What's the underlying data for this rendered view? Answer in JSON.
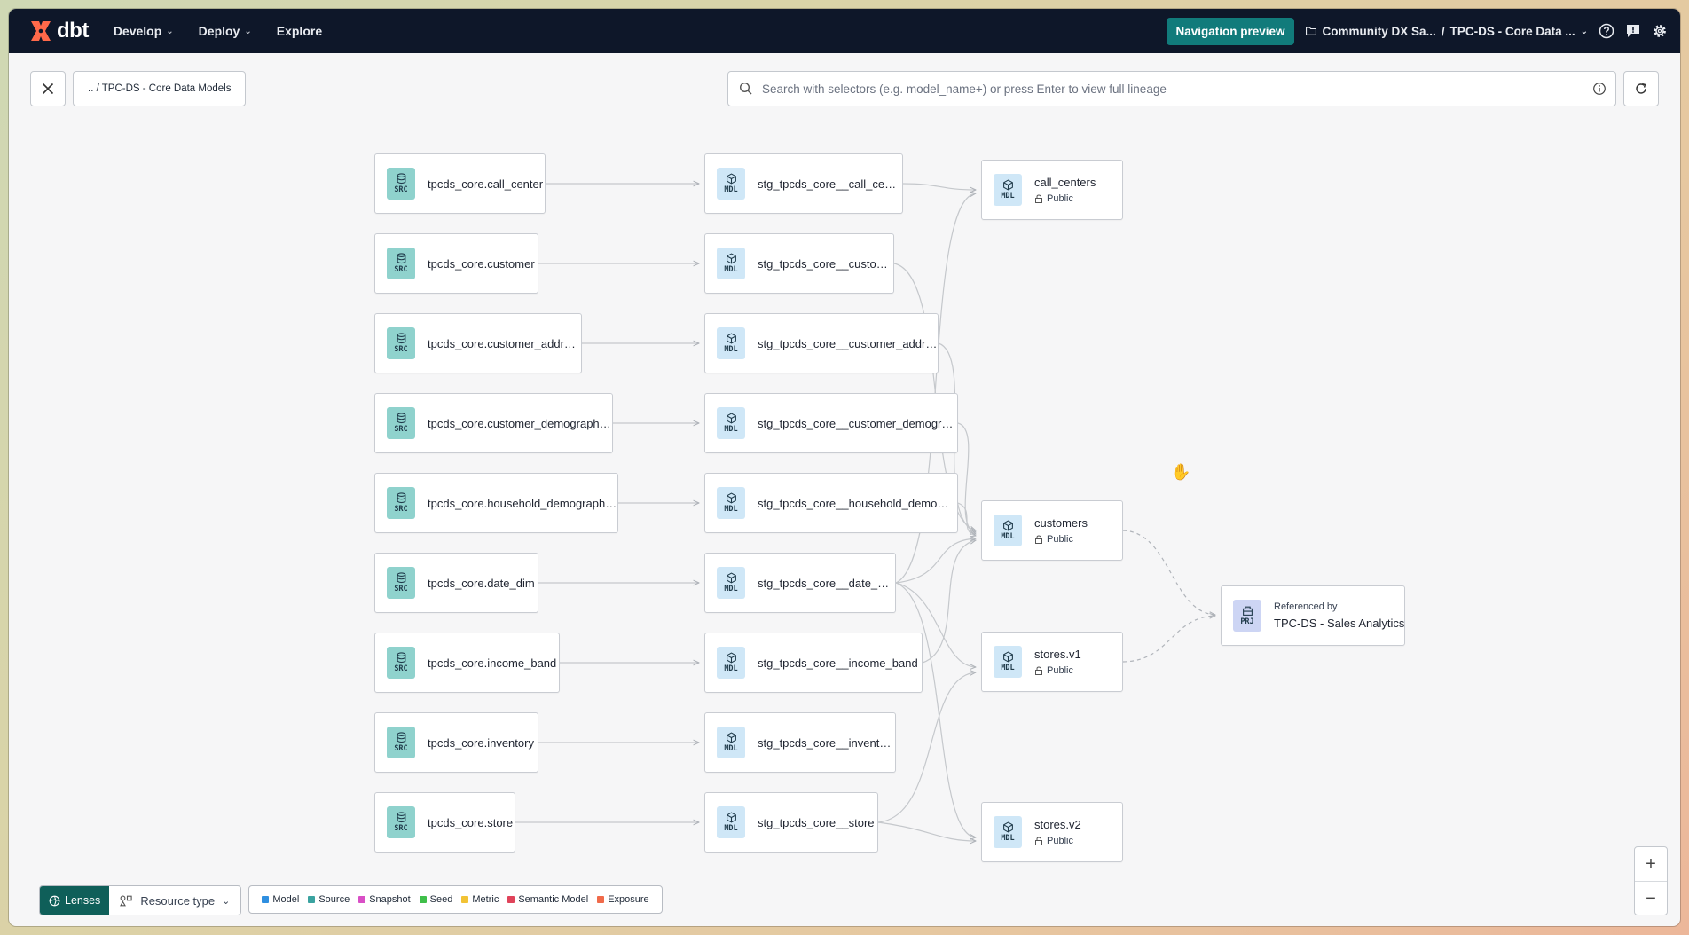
{
  "header": {
    "brand": "dbt",
    "nav": [
      {
        "label": "Develop",
        "dropdown": true
      },
      {
        "label": "Deploy",
        "dropdown": true
      },
      {
        "label": "Explore",
        "dropdown": false
      }
    ],
    "navigation_preview": "Navigation preview",
    "account": "Community DX Sa...",
    "separator": "/",
    "project": "TPC-DS - Core Data ..."
  },
  "toolbar": {
    "breadcrumb": ".. / TPC-DS - Core Data Models",
    "search_placeholder": "Search with selectors (e.g. model_name+) or press Enter to view full lineage"
  },
  "colors": {
    "source": "#8fd2cd",
    "model": "#cfe7f7",
    "project": "#cdd5f4",
    "brand": "#ff694a",
    "accent": "#117b7b"
  },
  "sources": [
    {
      "name": "tpcds_core.call_center",
      "badge": "SRC"
    },
    {
      "name": "tpcds_core.customer",
      "badge": "SRC"
    },
    {
      "name": "tpcds_core.customer_address",
      "badge": "SRC"
    },
    {
      "name": "tpcds_core.customer_demographics",
      "badge": "SRC"
    },
    {
      "name": "tpcds_core.household_demographics",
      "badge": "SRC"
    },
    {
      "name": "tpcds_core.date_dim",
      "badge": "SRC"
    },
    {
      "name": "tpcds_core.income_band",
      "badge": "SRC"
    },
    {
      "name": "tpcds_core.inventory",
      "badge": "SRC"
    },
    {
      "name": "tpcds_core.store",
      "badge": "SRC"
    }
  ],
  "staging": [
    {
      "name": "stg_tpcds_core__call_center",
      "badge": "MDL"
    },
    {
      "name": "stg_tpcds_core__customer",
      "badge": "MDL"
    },
    {
      "name": "stg_tpcds_core__customer_address",
      "badge": "MDL"
    },
    {
      "name": "stg_tpcds_core__customer_demogra...",
      "badge": "MDL"
    },
    {
      "name": "stg_tpcds_core__household_demogr...",
      "badge": "MDL"
    },
    {
      "name": "stg_tpcds_core__date_dim",
      "badge": "MDL"
    },
    {
      "name": "stg_tpcds_core__income_band",
      "badge": "MDL"
    },
    {
      "name": "stg_tpcds_core__inventory",
      "badge": "MDL"
    },
    {
      "name": "stg_tpcds_core__store",
      "badge": "MDL"
    }
  ],
  "marts": [
    {
      "name": "call_centers",
      "access": "Public",
      "badge": "MDL"
    },
    {
      "name": "customers",
      "access": "Public",
      "badge": "MDL"
    },
    {
      "name": "stores.v1",
      "access": "Public",
      "badge": "MDL"
    },
    {
      "name": "stores.v2",
      "access": "Public",
      "badge": "MDL"
    }
  ],
  "referenced": {
    "label": "Referenced by",
    "project": "TPC-DS - Sales Analytics",
    "badge": "PRJ"
  },
  "lenses": {
    "label": "Lenses",
    "resource_type": "Resource type",
    "legend": [
      {
        "label": "Model",
        "color": "#2f8fe0"
      },
      {
        "label": "Source",
        "color": "#3aa3a0"
      },
      {
        "label": "Snapshot",
        "color": "#d94fc6"
      },
      {
        "label": "Seed",
        "color": "#3fbf4a"
      },
      {
        "label": "Metric",
        "color": "#f2c335"
      },
      {
        "label": "Semantic Model",
        "color": "#e0435a"
      },
      {
        "label": "Exposure",
        "color": "#f06a4a"
      }
    ]
  },
  "zoom": {
    "in": "+",
    "out": "−"
  }
}
